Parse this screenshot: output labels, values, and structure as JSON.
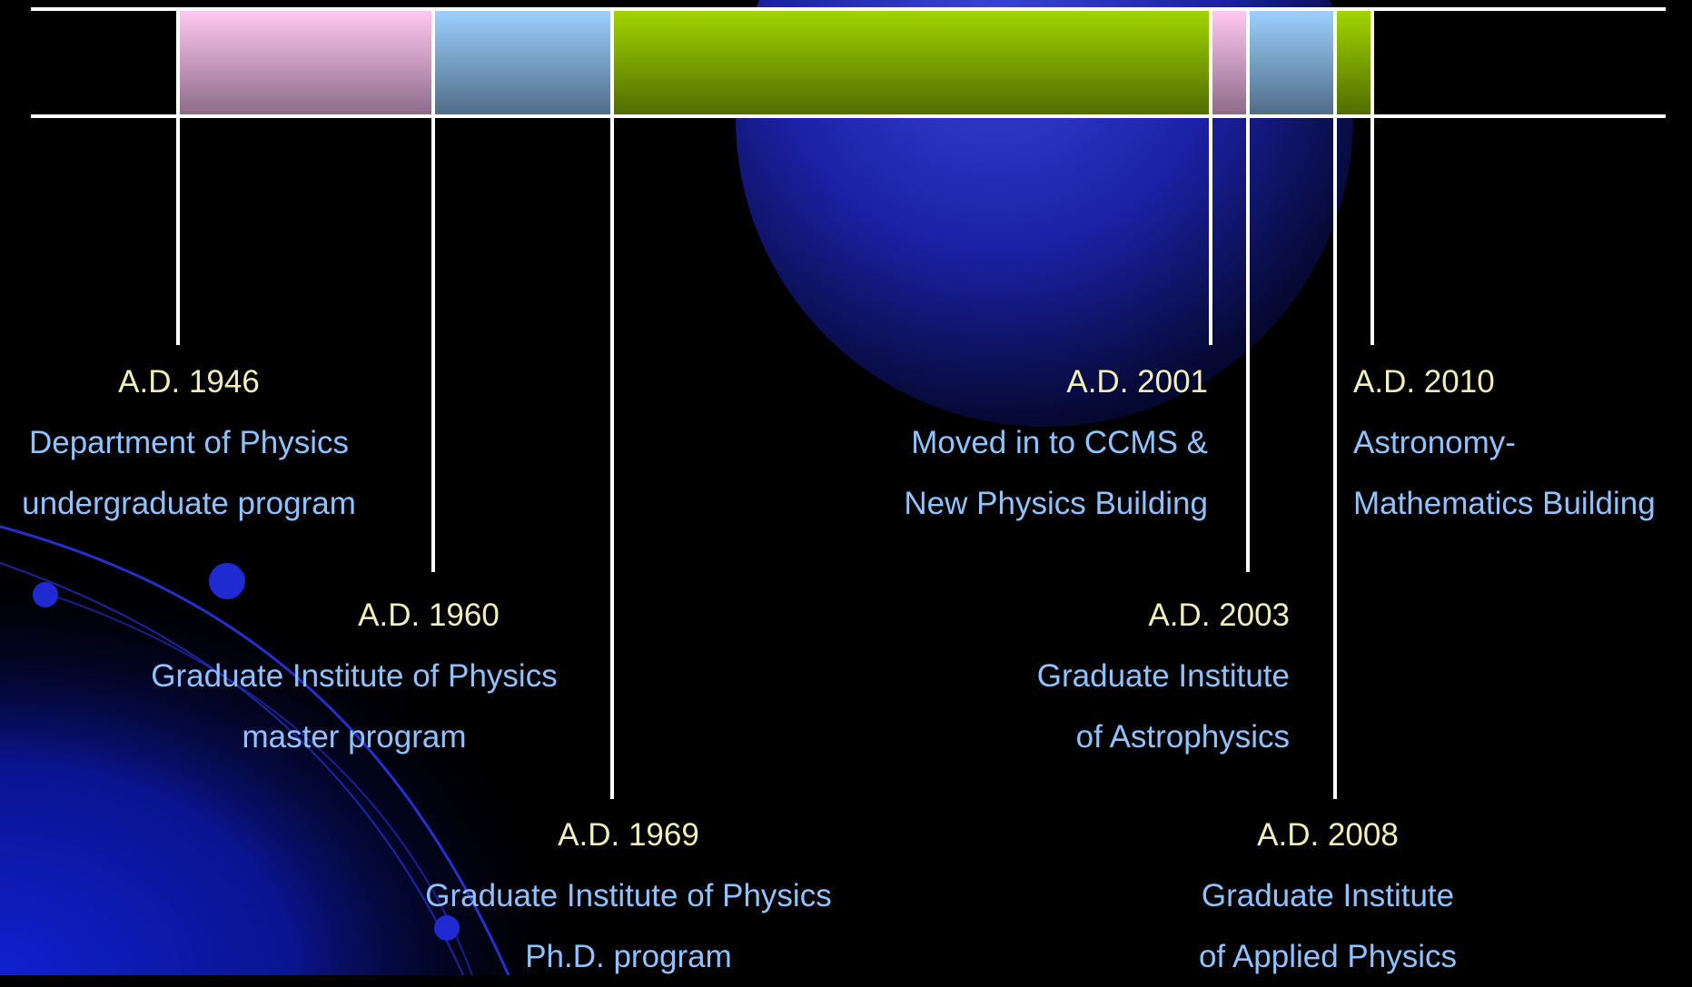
{
  "segments": [
    {
      "name": "pink",
      "colors": [
        "#ffc8f2",
        "#8c6a86"
      ]
    },
    {
      "name": "blue",
      "colors": [
        "#9cd0ff",
        "#4f6b86"
      ]
    },
    {
      "name": "green",
      "colors": [
        "#a2d400",
        "#4f6b00"
      ]
    },
    {
      "name": "pink",
      "colors": [
        "#ffc8f2",
        "#8c6a86"
      ]
    },
    {
      "name": "blue",
      "colors": [
        "#9cd0ff",
        "#4f6b86"
      ]
    },
    {
      "name": "green",
      "colors": [
        "#a2d400",
        "#4f6b00"
      ]
    }
  ],
  "events": [
    {
      "year": "A.D. 1946",
      "line1": "Department of Physics",
      "line2": "undergraduate program"
    },
    {
      "year": "A.D. 1960",
      "line1": "Graduate Institute of Physics",
      "line2": "master program"
    },
    {
      "year": "A.D. 1969",
      "line1": "Graduate Institute of Physics",
      "line2": "Ph.D. program"
    },
    {
      "year": "A.D. 2001",
      "line1": "Moved in to CCMS &",
      "line2": "New Physics Building"
    },
    {
      "year": "A.D. 2003",
      "line1": "Graduate Institute",
      "line2": "of Astrophysics"
    },
    {
      "year": "A.D. 2008",
      "line1": "Graduate Institute",
      "line2": "of Applied Physics"
    },
    {
      "year": "A.D. 2010",
      "line1": "Astronomy-",
      "line2": "Mathematics Building"
    }
  ],
  "colors": {
    "year_text": "#f2f0b8",
    "description_text": "#8fc3ff",
    "lines": "#ffffff"
  }
}
